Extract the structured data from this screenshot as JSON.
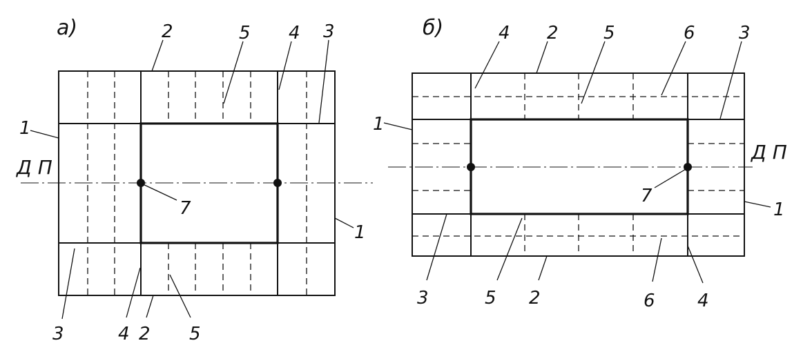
{
  "panel_a": {
    "label": "а)",
    "axis_label": "Д П",
    "callouts": [
      "1",
      "2",
      "3",
      "4",
      "5",
      "7",
      "1",
      "3",
      "4",
      "2",
      "5"
    ]
  },
  "panel_b": {
    "label": "б)",
    "axis_label": "Д П",
    "callouts": [
      "4",
      "2",
      "5",
      "6",
      "3",
      "1",
      "7",
      "1",
      "3",
      "5",
      "2",
      "6",
      "4"
    ]
  }
}
